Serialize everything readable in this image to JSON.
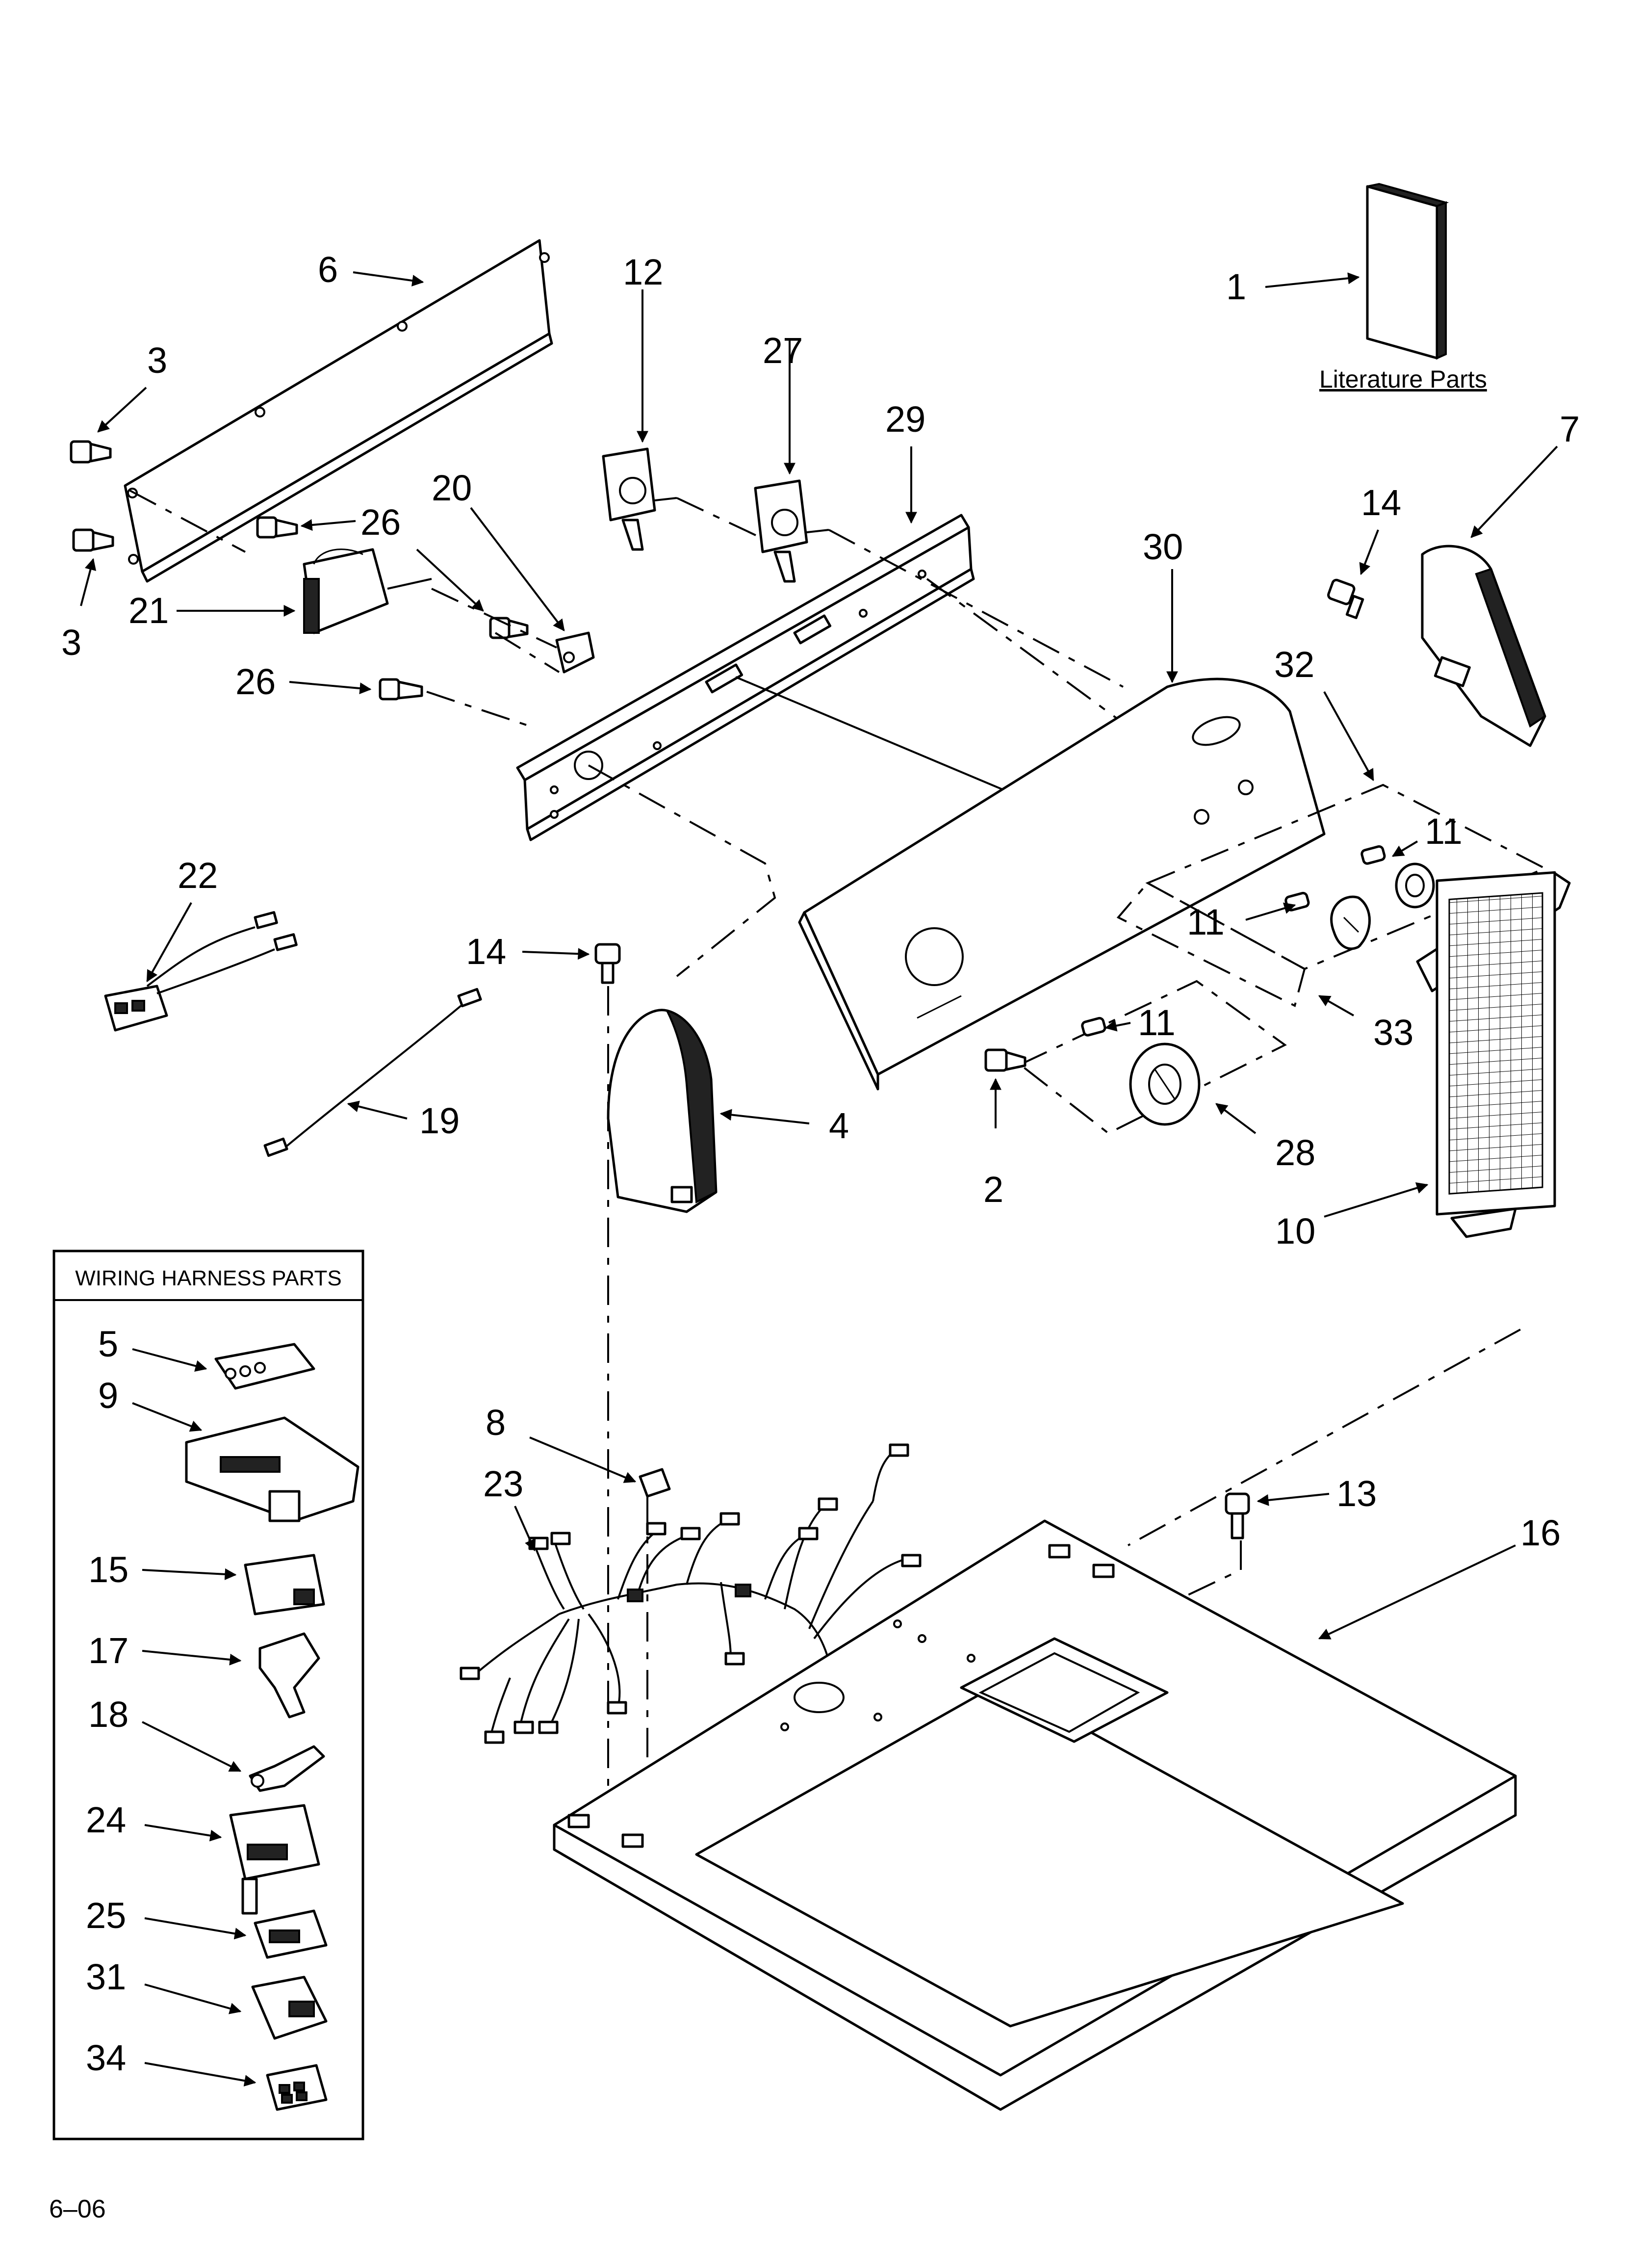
{
  "callouts": {
    "c1": "1",
    "c2": "2",
    "c3a": "3",
    "c3b": "3",
    "c4": "4",
    "c6": "6",
    "c7": "7",
    "c8": "8",
    "c10": "10",
    "c11a": "11",
    "c11b": "11",
    "c11c": "11",
    "c12": "12",
    "c13": "13",
    "c14a": "14",
    "c14b": "14",
    "c16": "16",
    "c19": "19",
    "c20": "20",
    "c21": "21",
    "c22": "22",
    "c23": "23",
    "c26a": "26",
    "c26b": "26",
    "c27": "27",
    "c28": "28",
    "c29": "29",
    "c30": "30",
    "c32": "32",
    "c33": "33"
  },
  "literature_label": "Literature Parts",
  "harness_box": {
    "title": "WIRING HARNESS PARTS",
    "items": [
      "5",
      "9",
      "15",
      "17",
      "18",
      "24",
      "25",
      "31",
      "34"
    ]
  },
  "page_code": "6–06"
}
